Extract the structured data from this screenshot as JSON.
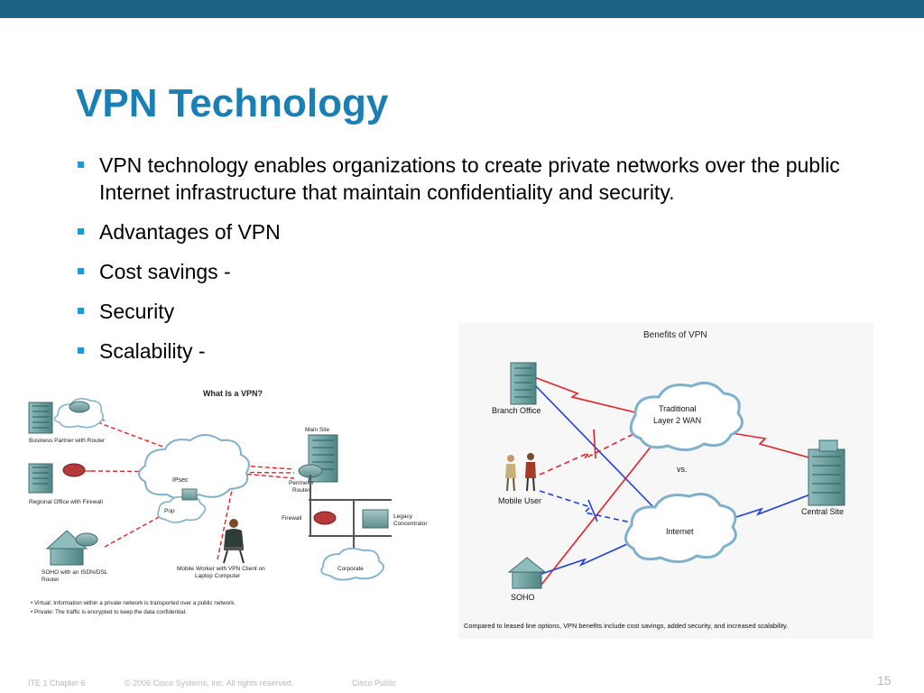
{
  "slide": {
    "title": "VPN Technology",
    "bullets": [
      "VPN technology enables organizations to create private networks over the public Internet infrastructure that maintain confidentiality and security.",
      "Advantages of VPN",
      "Cost savings -",
      "Security",
      "Scalability -"
    ]
  },
  "figure_left": {
    "title": "What Is a VPN?",
    "labels": {
      "business_partner": "Business Partner with Router",
      "regional_office": "Regional Office with Firewall",
      "soho_line1": "SOHO with an ISDN/DSL",
      "soho_line2": "Router",
      "ipsec": "IPsec",
      "pop": "Pop",
      "main_site": "Main Site",
      "perimeter_line1": "Perimeter",
      "perimeter_line2": "Router",
      "firewall": "Firewall",
      "legacy_line1": "Legacy",
      "legacy_line2": "Concentrator",
      "corporate": "Corporate",
      "mobile_line1": "Mobile Worker with VPN Client on",
      "mobile_line2": "Laptop Computer"
    },
    "notes": [
      "Virtual: Information within a private network is transported over a public network.",
      "Private: The traffic is encrypted to keep the data confidential."
    ]
  },
  "figure_right": {
    "title": "Benefits of VPN",
    "labels": {
      "branch_office": "Branch Office",
      "mobile_user": "Mobile User",
      "soho": "SOHO",
      "wan_line1": "Traditional",
      "wan_line2": "Layer 2 WAN",
      "vs": "vs.",
      "internet": "Internet",
      "central_site": "Central Site"
    },
    "caption": "Compared to leased line options, VPN benefits include cost savings, added security, and increased scalability."
  },
  "footer": {
    "chapter": "ITE 1 Chapter 6",
    "copyright": "© 2006 Cisco Systems, Inc. All rights reserved.",
    "classification": "Cisco Public",
    "page": "15"
  },
  "colors": {
    "topbar": "#1d6387",
    "title": "#1a7fb4",
    "bullet": "#1a9ad6",
    "red_link": "#e0242a",
    "blue_link": "#1f3fd6",
    "building": "#6fa3a3"
  }
}
